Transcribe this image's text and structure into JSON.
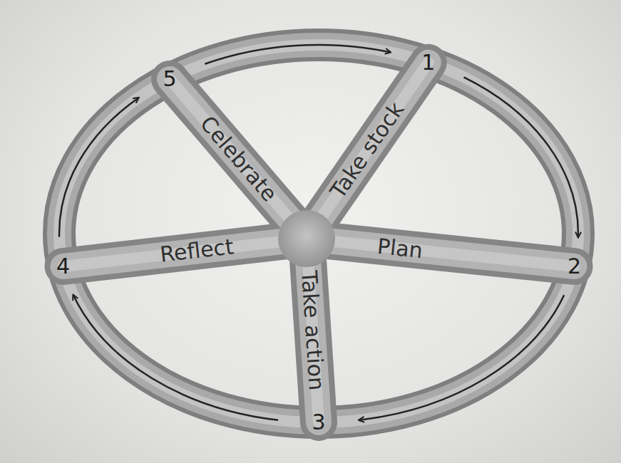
{
  "diagram": {
    "nodes": [
      {
        "text": [
          "Take stock"
        ]
      },
      {
        "text": [
          "Plan"
        ]
      },
      {
        "text": [
          "Take action"
        ]
      },
      {
        "text": [
          "Reflect"
        ]
      },
      {
        "text": [
          "Celebrate"
        ]
      }
    ],
    "labels": [
      "1",
      "2",
      "3",
      "4",
      "5"
    ]
  }
}
